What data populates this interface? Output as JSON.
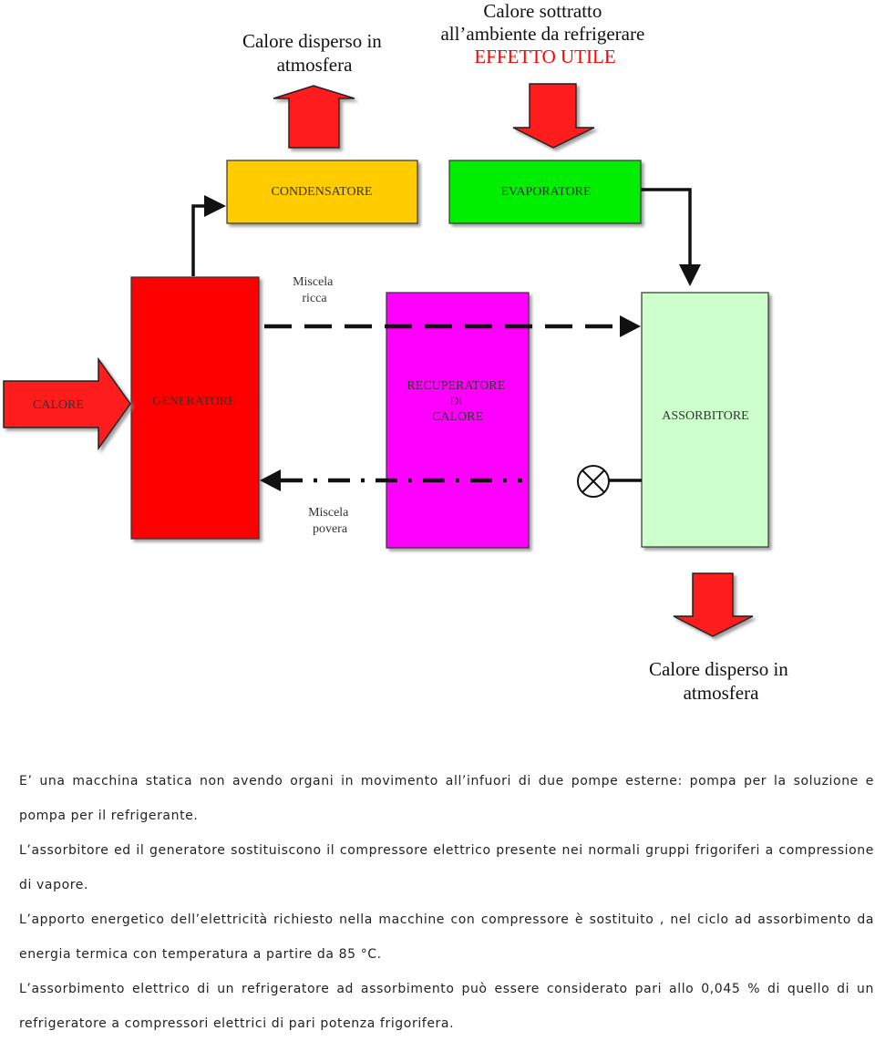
{
  "labels": {
    "heat_out_top": [
      "Calore disperso in",
      "atmosfera"
    ],
    "heat_in_top": [
      "Calore sottratto",
      "all’ambiente da refrigerare",
      "EFFETTO UTILE"
    ],
    "condensatore": "CONDENSATORE",
    "evaporatore": "EVAPORATORE",
    "miscela_ricca": [
      "Miscela",
      "ricca"
    ],
    "calore": "CALORE",
    "generatore": "GENERATORE",
    "recuperatore": [
      "RECUPERATORE",
      "Di",
      "CALORE"
    ],
    "assorbitore": "ASSORBITORE",
    "miscela_povera": [
      "Miscela",
      "povera"
    ],
    "heat_out_bottom": [
      "Calore disperso in",
      "atmosfera"
    ]
  },
  "colors": {
    "condensatore": "#ffcc00",
    "evaporatore": "#00ee00",
    "generatore": "#ff0000",
    "recuperatore": "#ff00ff",
    "assorbitore": "#ccffcc",
    "arrow": "#ff1a1a",
    "effetto_utile": "#ff0000"
  },
  "paragraphs": [
    "E’ una macchina statica non avendo organi in movimento all’infuori di due pompe esterne: pompa per la soluzione e pompa per il refrigerante.",
    "L’assorbitore ed il generatore sostituiscono il compressore elettrico presente nei normali gruppi frigoriferi a compressione di vapore.",
    "L’apporto energetico dell’elettricità richiesto nella macchine con compressore è sostituito , nel ciclo ad assorbimento da energia termica con temperatura a partire da 85 °C.",
    "L’assorbimento elettrico di un refrigeratore ad assorbimento può essere considerato pari allo 0,045 % di quello di un refrigeratore a compressori elettrici di pari potenza frigorifera."
  ]
}
